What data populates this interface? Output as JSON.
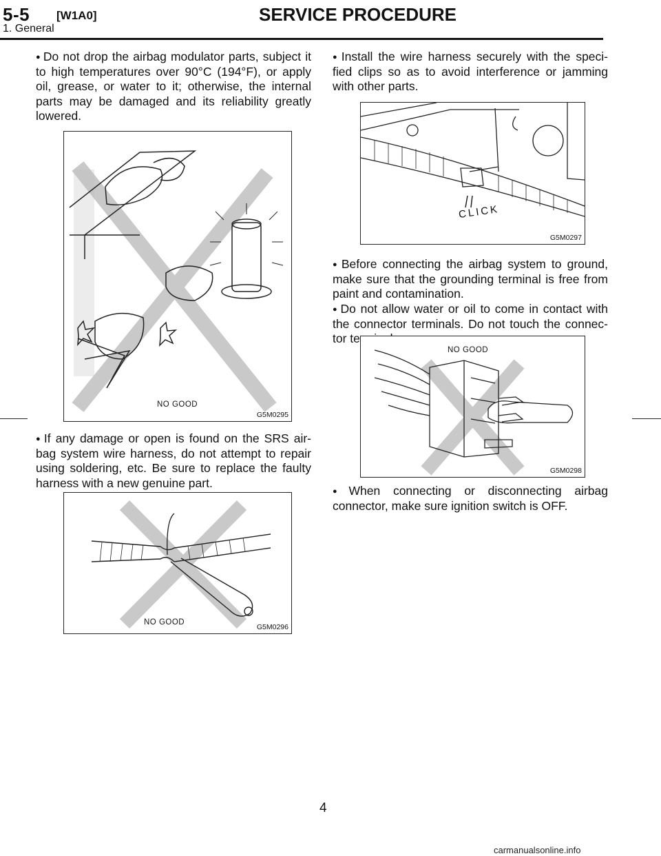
{
  "header": {
    "section_number": "5-5",
    "section_code": "[W1A0]",
    "title": "SERVICE PROCEDURE",
    "subtitle": "1. General"
  },
  "left_column": {
    "para1": "Do not drop the airbag modulator parts, subject it to high temperatures over 90°C (194°F), or apply oil, grease, or water to it; otherwise, the internal parts may be damaged and its reliability greatly lowered.",
    "para2": "If any damage or open is found on the SRS air-bag system wire harness, do not attempt to repair using soldering, etc. Be sure to replace the faulty harness with a new genuine part."
  },
  "right_column": {
    "para1": "Install the wire harness securely with the speci-fied clips so as to avoid interference or jamming with other parts.",
    "para2": "Before connecting the airbag system to ground, make sure that the grounding terminal is free from paint and contamination.",
    "para3": "Do not allow water or oil to come in contact with the connector terminals. Do not touch the connec-tor terminals.",
    "para4": "When connecting or disconnecting airbag connector, make sure ignition switch is OFF."
  },
  "figures": {
    "fig1": {
      "code": "G5M0295",
      "label": "NO GOOD"
    },
    "fig2": {
      "code": "G5M0296",
      "label": "NO GOOD"
    },
    "fig3": {
      "code": "G5M0297",
      "label": "CLICK"
    },
    "fig4": {
      "code": "G5M0298",
      "label": "NO GOOD"
    }
  },
  "bullet_symbol": "●",
  "page_number": "4",
  "footer": "carmanualsonline.info"
}
